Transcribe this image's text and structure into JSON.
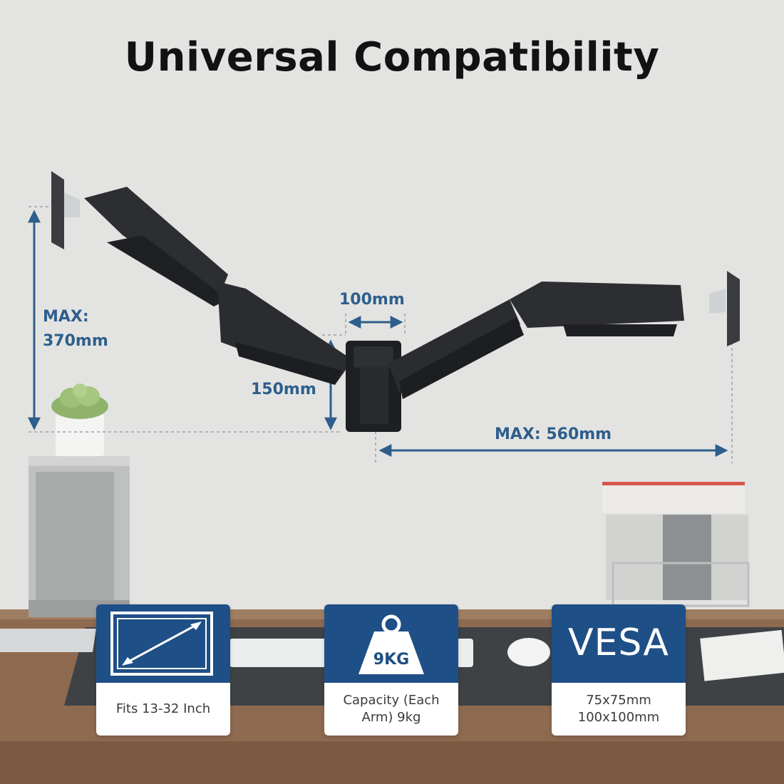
{
  "title": "Universal Compatibility",
  "dimensions": {
    "height_line1": "MAX:",
    "height_line2": "370mm",
    "plate_width": "100mm",
    "plate_height": "150mm",
    "reach": "MAX: 560mm"
  },
  "features": [
    {
      "icon": "screen-size-icon",
      "lines": [
        "Fits 13-32 Inch"
      ]
    },
    {
      "icon": "weight-icon",
      "badge": "9KG",
      "lines": [
        "Capacity (Each",
        "Arm) 9kg"
      ]
    },
    {
      "icon": "vesa-icon",
      "badge": "VESA",
      "lines": [
        "75x75mm",
        "100x100mm"
      ]
    }
  ],
  "colors": {
    "accent_blue": "#1e4f86",
    "dimension_blue": "#2e5e8c",
    "wall": "#e4e5e3",
    "desk": "#8d6a50"
  }
}
